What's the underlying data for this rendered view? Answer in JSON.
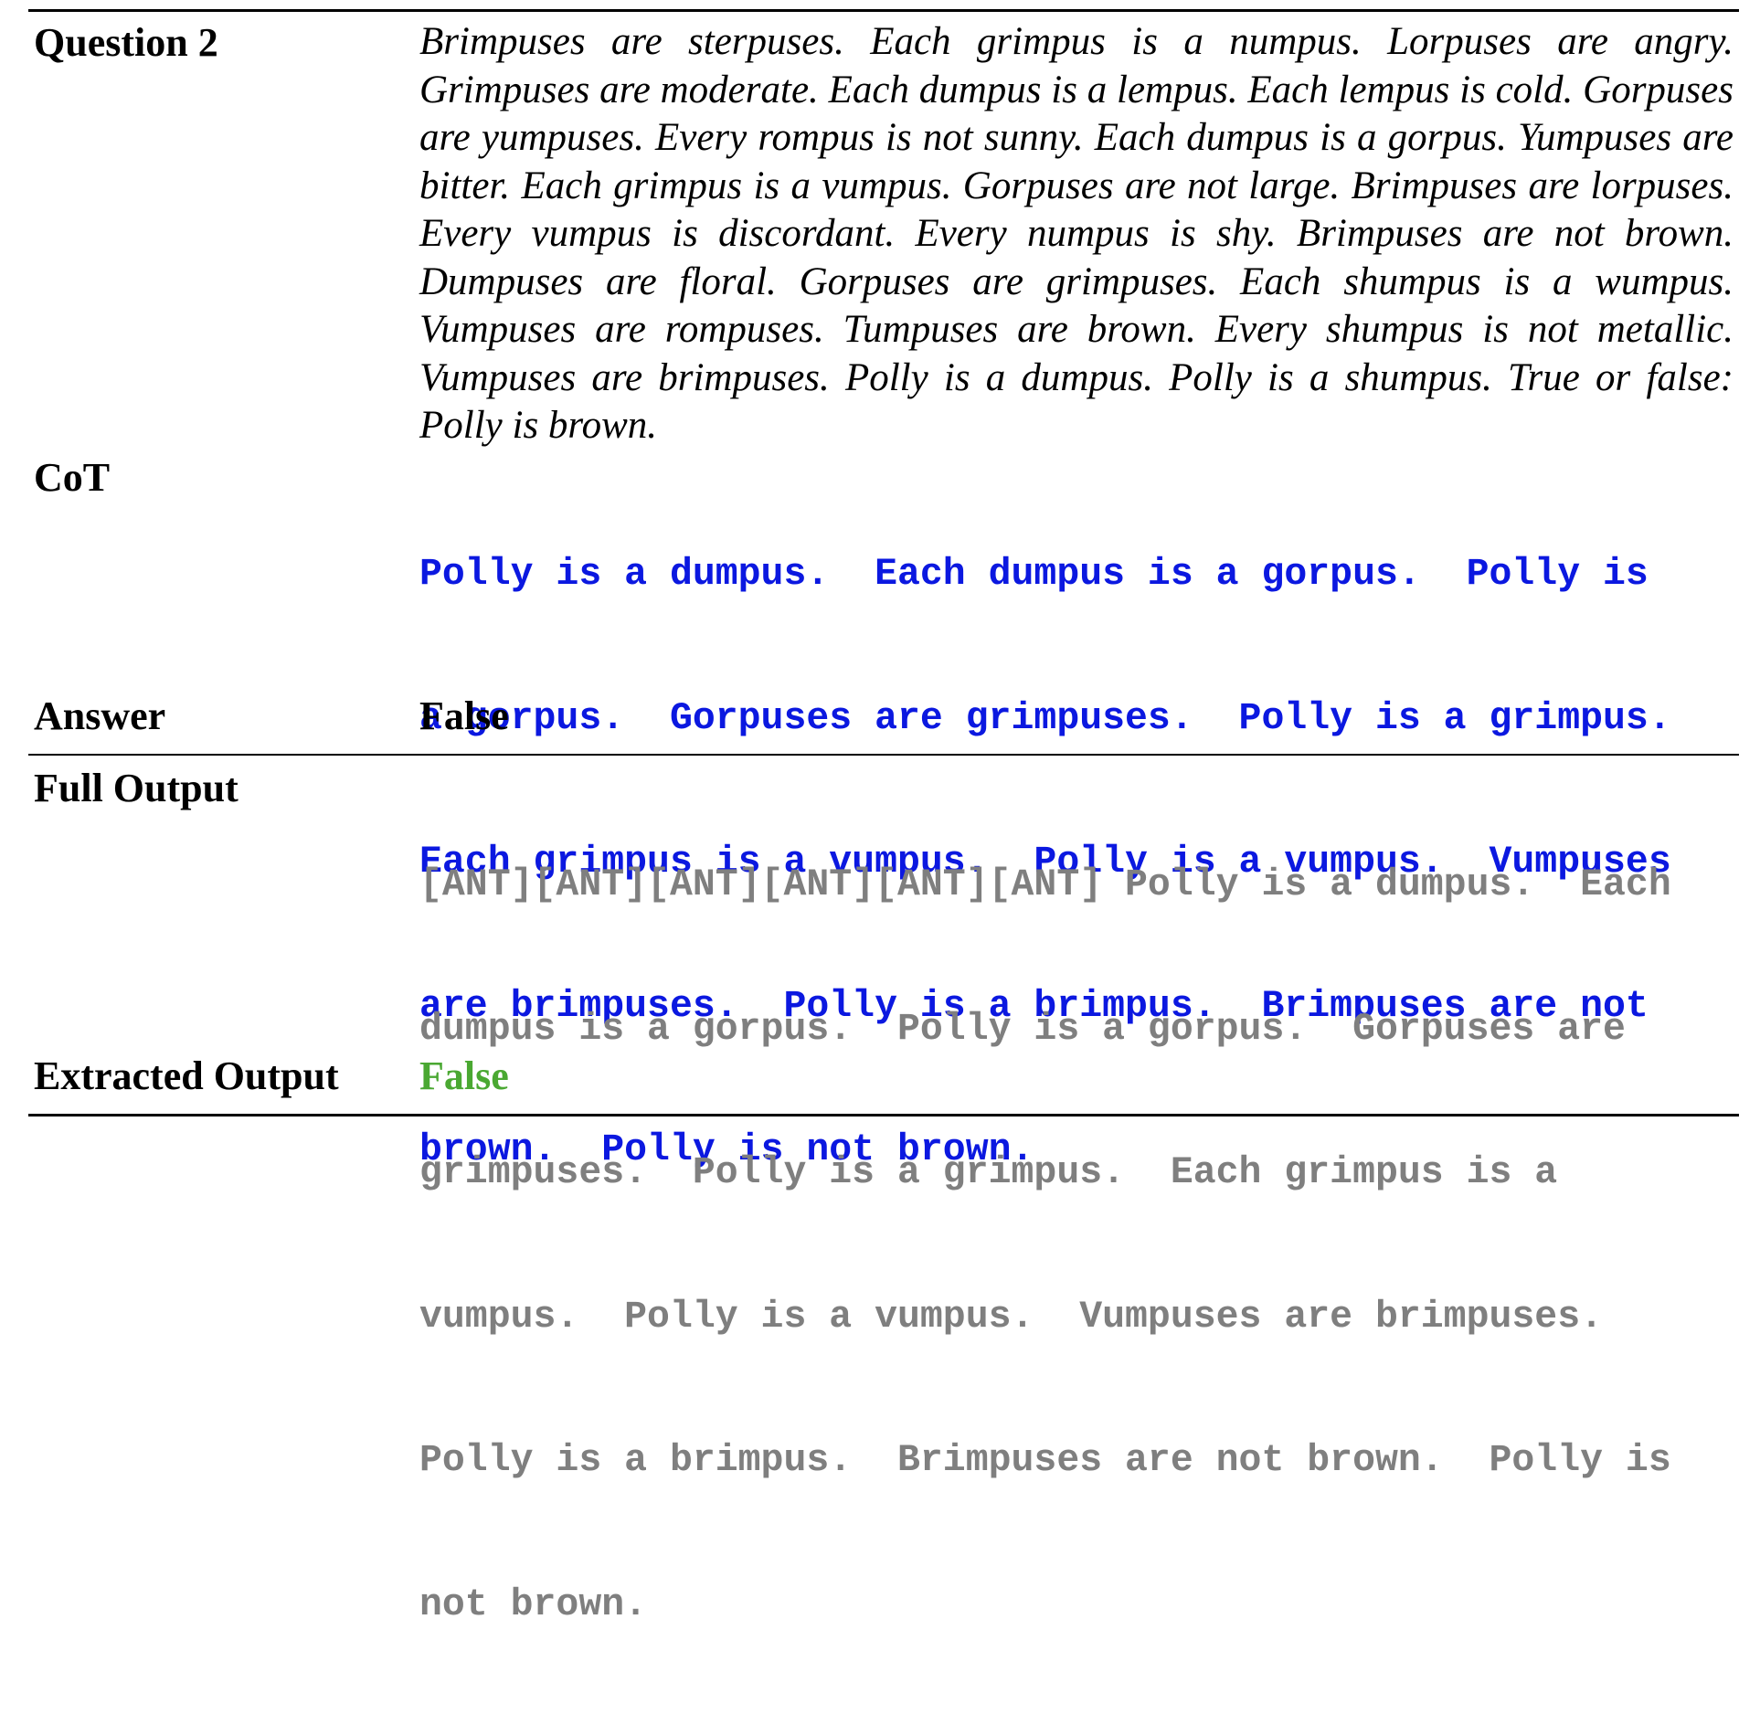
{
  "colors": {
    "cot_text": "#0b18e0",
    "full_output_text": "#7f7f7f",
    "extracted_output_text": "#4aa832",
    "rule": "#000000"
  },
  "rows": {
    "question": {
      "label": "Question 2",
      "text": "Brimpuses are sterpuses. Each grimpus is a numpus. Lorpuses are angry. Grimpuses are moderate. Each dumpus is a lempus. Each lempus is cold. Gorpuses are yumpuses. Every rompus is not sunny. Each dumpus is a gorpus. Yumpuses are bitter. Each grimpus is a vumpus. Gorpuses are not large. Brimpuses are lorpuses. Every vumpus is discordant. Every numpus is shy. Brimpuses are not brown. Dumpuses are floral. Gorpuses are grimpuses. Each shumpus is a wumpus. Vumpuses are rompuses. Tumpuses are brown. Every shumpus is not metallic. Vumpuses are brimpuses. Polly is a dumpus. Polly is a shumpus. True or false: Polly is brown."
    },
    "cot": {
      "label": "CoT",
      "lines": [
        "Polly is a dumpus.  Each dumpus is a gorpus.  Polly is",
        "a gorpus.  Gorpuses are grimpuses.  Polly is a grimpus.",
        "Each grimpus is a vumpus.  Polly is a vumpus.  Vumpuses",
        "are brimpuses.  Polly is a brimpus.  Brimpuses are not",
        "brown.  Polly is not brown."
      ]
    },
    "answer": {
      "label": "Answer",
      "value": "False"
    },
    "full_output": {
      "label": "Full Output",
      "lines": [
        "[ANT][ANT][ANT][ANT][ANT][ANT] Polly is a dumpus.  Each",
        "dumpus is a gorpus.  Polly is a gorpus.  Gorpuses are",
        "grimpuses.  Polly is a grimpus.  Each grimpus is a",
        "vumpus.  Polly is a vumpus.  Vumpuses are brimpuses.",
        "Polly is a brimpus.  Brimpuses are not brown.  Polly is",
        "not brown."
      ]
    },
    "extracted_output": {
      "label": "Extracted Output",
      "value": "False"
    }
  }
}
